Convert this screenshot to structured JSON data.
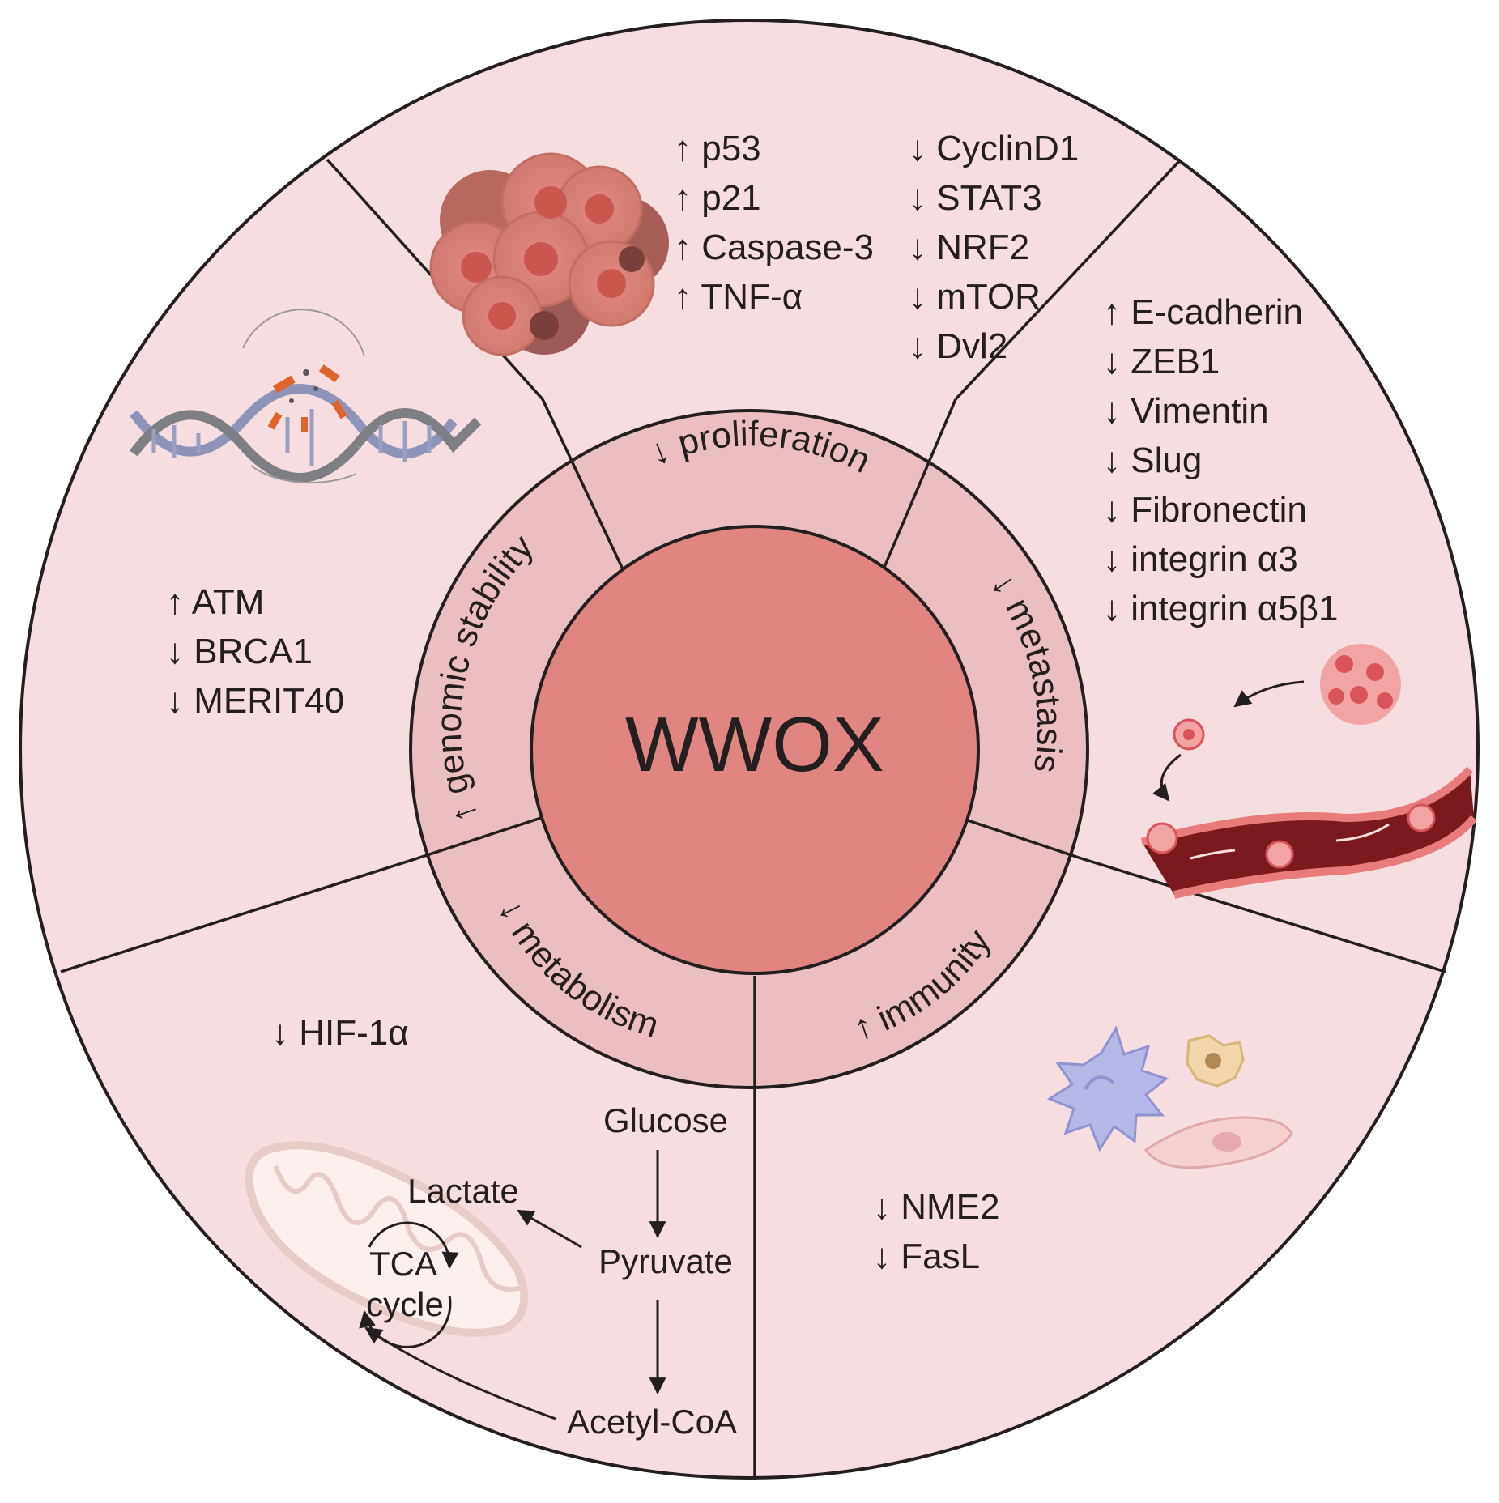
{
  "center": {
    "title": "WWOX"
  },
  "colors": {
    "outer_fill": "#f6dde0",
    "ring_fill": "#ebbfc1",
    "core_fill": "#e08581",
    "line": "#231f20"
  },
  "ring_labels": {
    "proliferation": "↓ proliferation",
    "metastasis": "↓ metastasis",
    "immunity": "↑ immunity",
    "metabolism": "↓ metabolism",
    "genomic_stability": "↑ genomic stability"
  },
  "proliferation": {
    "up": [
      "↑ p53",
      "↑ p21",
      "↑ Caspase-3",
      "↑ TNF-α"
    ],
    "down": [
      "↓ CyclinD1",
      "↓ STAT3",
      "↓ NRF2",
      "↓ mTOR",
      "↓ Dvl2"
    ]
  },
  "metastasis": {
    "genes": [
      "↑ E-cadherin",
      "↓ ZEB1",
      "↓ Vimentin",
      "↓ Slug",
      "↓ Fibronectin",
      "↓ integrin α3",
      "↓ integrin α5β1"
    ]
  },
  "immunity": {
    "genes": [
      "↓ NME2",
      "↓ FasL"
    ]
  },
  "metabolism": {
    "hif": "↓ HIF-1α",
    "glucose": "Glucose",
    "pyruvate": "Pyruvate",
    "lactate": "Lactate",
    "acetyl_coa": "Acetyl-CoA",
    "tca_line1": "TCA",
    "tca_line2": "cycle"
  },
  "genomic": {
    "genes": [
      "↑ ATM",
      "↓ BRCA1",
      "↓ MERIT40"
    ]
  },
  "icons": {
    "proliferation": "tumor-cell-cluster-icon",
    "genomic": "dna-double-helix-damage-icon",
    "metastasis": "blood-vessel-metastasis-icon",
    "immunity": "immune-cells-icon",
    "metabolism": "mitochondrion-icon"
  }
}
